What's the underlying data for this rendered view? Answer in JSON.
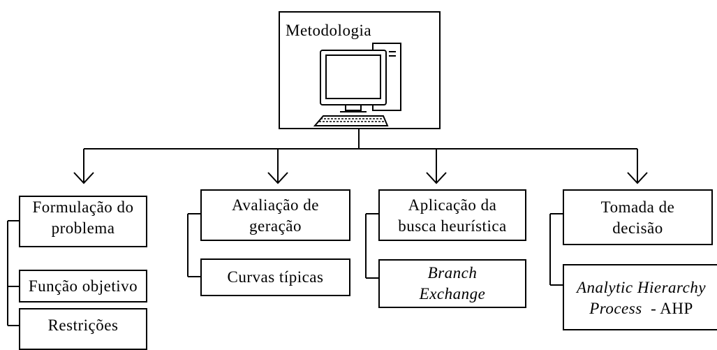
{
  "root": {
    "title": "Metodologia",
    "icon": "desktop-computer-icon"
  },
  "columns": [
    {
      "header": [
        "Formulação do",
        "problema"
      ],
      "children": [
        {
          "lines": [
            {
              "text": "Função objetivo",
              "italic": false
            }
          ]
        },
        {
          "lines": [
            {
              "text": "Restrições",
              "italic": false
            }
          ]
        }
      ]
    },
    {
      "header": [
        "Avaliação de",
        "geração"
      ],
      "children": [
        {
          "lines": [
            {
              "text": "Curvas típicas",
              "italic": false
            }
          ]
        }
      ]
    },
    {
      "header": [
        "Aplicação da",
        "busca heurística"
      ],
      "children": [
        {
          "lines": [
            {
              "text": "Branch",
              "italic": true
            },
            {
              "text": "Exchange",
              "italic": true
            }
          ]
        }
      ]
    },
    {
      "header": [
        "Tomada de",
        "decisão"
      ],
      "children": [
        {
          "lines": [
            {
              "text": "Analytic Hierarchy",
              "italic": true
            },
            {
              "text": "Process",
              "italic": true,
              "suffix": "  - AHP"
            }
          ]
        }
      ]
    }
  ]
}
